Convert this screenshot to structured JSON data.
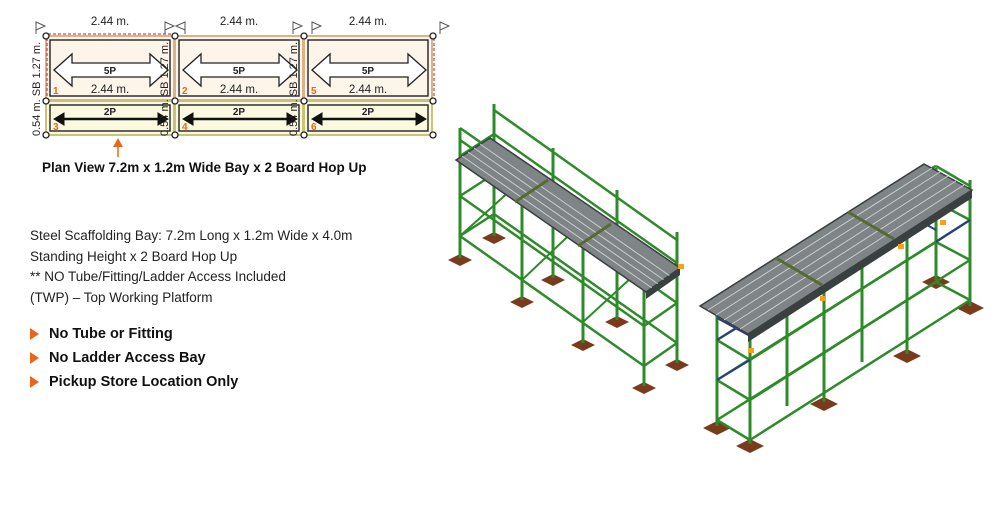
{
  "plan": {
    "caption": "Plan View 7.2m x 1.2m Wide Bay x 2 Board Hop Up",
    "top_dims": [
      "2.44 m.",
      "2.44 m.",
      "2.44 m."
    ],
    "inner_dims": [
      "2.44 m.",
      "2.44 m.",
      "2.44 m."
    ],
    "side_dims": [
      "0.54 m. SB 1.27 m.",
      "0.54 m. SB 1.27 m.",
      "0.54 m. SB 1.27 m."
    ],
    "main_boards": [
      "5P",
      "5P",
      "5P"
    ],
    "hop_boards": [
      "2P",
      "2P",
      "2P"
    ],
    "bay_numbers": [
      "1",
      "2",
      "5",
      "3",
      "4",
      "6"
    ]
  },
  "description": [
    "Steel Scaffolding Bay: 7.2m Long x 1.2m Wide x 4.0m",
    "Standing Height x 2 Board Hop Up",
    "** NO Tube/Fitting/Ladder Access Included",
    "(TWP) – Top Working Platform"
  ],
  "bullets": [
    "No Tube or Fitting",
    "No Ladder Access Bay",
    "Pickup Store Location Only"
  ],
  "colors": {
    "accent": "#e8681a",
    "frame_green": "#2e8b2a",
    "brace_blue": "#2c3a8a",
    "deck": "#7f8486",
    "base_plate": "#7a3b1c"
  }
}
